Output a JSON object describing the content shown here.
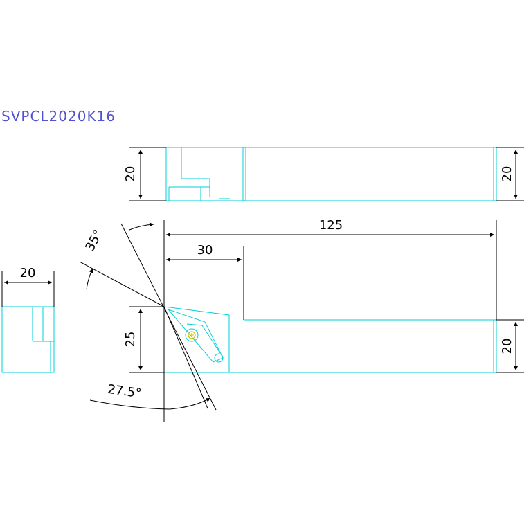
{
  "drawing": {
    "title": "SVPCL2020K16",
    "colors": {
      "outline": "#00d0d8",
      "dimension": "#000000",
      "title": "#5050d0",
      "screw": "#c8c000"
    },
    "dimensions": {
      "top_left_height": "20",
      "top_right_height": "20",
      "end_view_width": "20",
      "overall_length": "125",
      "head_length": "30",
      "head_offset": "25",
      "shank_height": "20",
      "approach_angle": "35°",
      "clearance_angle": "27.5°"
    }
  }
}
